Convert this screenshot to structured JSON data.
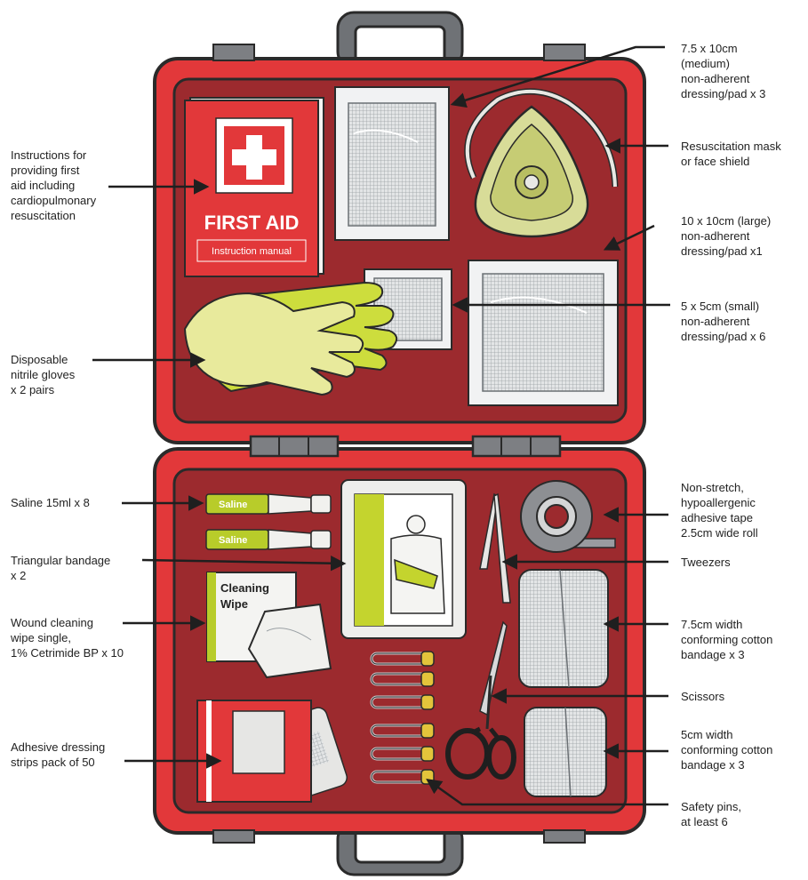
{
  "labels": {
    "instructions": "Instructions for\nproviding first\naid including\ncardiopulmonary\nresuscitation",
    "gloves": "Disposable\nnitrile gloves\nx 2 pairs",
    "saline": "Saline 15ml x 8",
    "triangular": "Triangular bandage\nx 2",
    "wipe": "Wound cleaning\nwipe single,\n1% Cetrimide BP x 10",
    "strips": "Adhesive dressing\nstrips pack of 50",
    "medium_pad": "7.5 x 10cm\n(medium)\nnon-adherent\ndressing/pad x 3",
    "mask": "Resuscitation mask\nor face shield",
    "large_pad": "10 x 10cm (large)\nnon-adherent\ndressing/pad x1",
    "small_pad": "5 x 5cm (small)\nnon-adherent\ndressing/pad x 6",
    "tape": "Non-stretch,\nhypoallergenic\nadhesive tape\n2.5cm wide roll",
    "tweezers": "Tweezers",
    "bandage75": "7.5cm width\nconforming cotton\nbandage x 3",
    "scissors": "Scissors",
    "bandage5": "5cm width\nconforming cotton\nbandage x 3",
    "pins": "Safety pins,\nat least 6"
  },
  "manual": {
    "title": "FIRST AID",
    "subtitle": "Instruction manual"
  },
  "saline_label": "Saline",
  "wipe_text": "Cleaning\nWipe",
  "colors": {
    "case_red": "#e2383a",
    "case_dark": "#9c2a2e",
    "case_outline": "#2a2a2a",
    "handle_grey": "#7d7f83",
    "glove_yellow": "#dfe87a",
    "accent_green": "#b8cc2a"
  }
}
